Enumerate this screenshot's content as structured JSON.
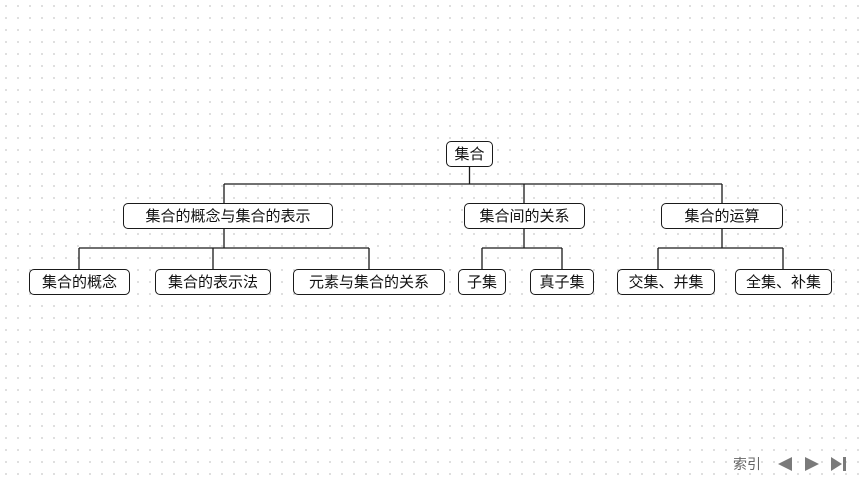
{
  "diagram": {
    "root": {
      "label": "集合"
    },
    "branches": [
      {
        "label": "集合的概念与集合的表示",
        "children": [
          {
            "label": "集合的概念"
          },
          {
            "label": "集合的表示法"
          },
          {
            "label": "元素与集合的关系"
          }
        ]
      },
      {
        "label": "集合间的关系",
        "children": [
          {
            "label": "子集"
          },
          {
            "label": "真子集"
          }
        ]
      },
      {
        "label": "集合的运算",
        "children": [
          {
            "label": "交集、并集"
          },
          {
            "label": "全集、补集"
          }
        ]
      }
    ]
  },
  "footer": {
    "index_label": "索引",
    "prev_icon": "triangle-left-icon",
    "next_icon": "triangle-right-icon",
    "last_icon": "skip-to-end-icon"
  },
  "colors": {
    "line": "#1a1a1a",
    "nav": "#7a7a7a",
    "index_text": "#666666"
  }
}
